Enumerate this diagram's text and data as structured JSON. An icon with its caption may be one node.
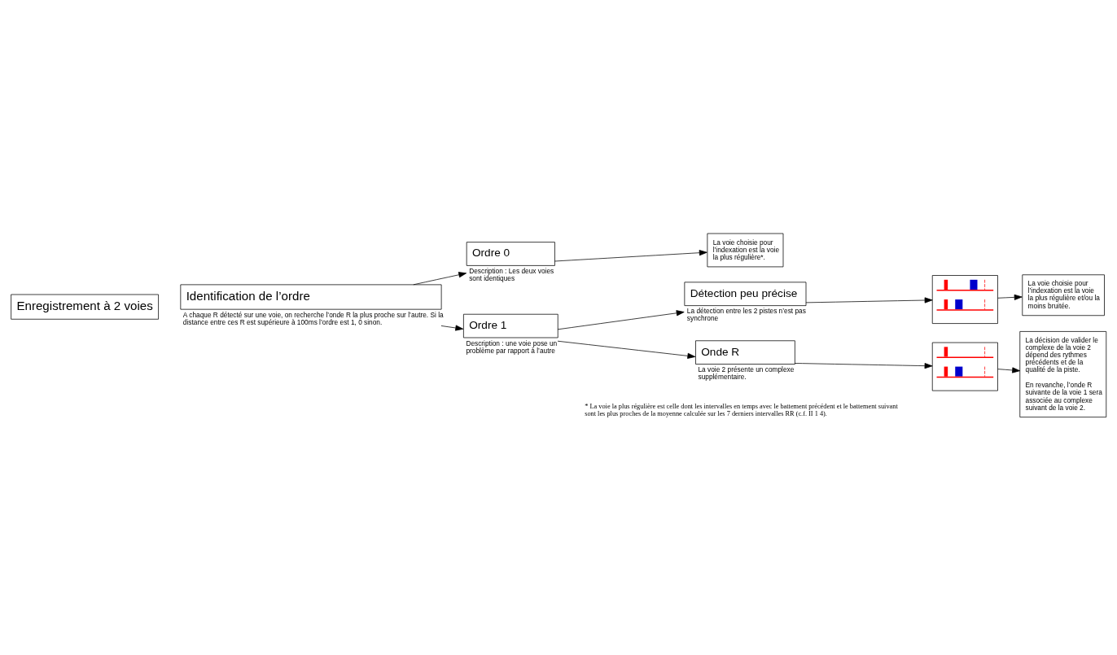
{
  "diagram": {
    "nodes": [
      {
        "text": [
          "Enregistrement à 2 voies"
        ]
      },
      {
        "text": [
          "Identification de l’ordre"
        ],
        "beside": [
          "A chaque R détecté sur une voie, on recherche l’onde R la plus proche sur l’autre. Si la distance entre ces R est supérieure à 100ms l’ordre est 1, 0 sinon."
        ]
      },
      {
        "text": [
          "Ordre 0"
        ],
        "beside": [
          "Description : Les deux voies sont identiques"
        ]
      },
      {
        "text": [
          "Ordre 1"
        ],
        "beside": [
          "Description : une voie pose un problème par rapport à l’autre"
        ]
      },
      {
        "text": [
          "Détection peu précise"
        ],
        "beside": [
          "La détection entre les 2 pistes n’est pas synchrone"
        ]
      },
      {
        "text": [
          "Onde R"
        ],
        "beside": [
          "La voie 2 présente un complexe supplémentaire."
        ]
      },
      {
        "text": [],
        "shape": "picture"
      },
      {
        "text": [],
        "shape": "picture"
      },
      {
        "text": [
          "La voie choisie pour l’indexation est la voie la plus régulière*."
        ]
      },
      {
        "text": [
          "La voie choisie pour l’indexation est la voie la plus régulière et/ou la moins bruitée."
        ]
      },
      {
        "text": [
          "La décision de valider le complexe de la voie 2 dépend des rythmes précédents et de la qualité de la piste.",
          "En revanche, l’onde R suivante de la voie 1 sera associée au complexe suivant de la voie 2."
        ]
      }
    ],
    "edges": [
      {
        "from": 1,
        "to": 2,
        "arrow": "to"
      },
      {
        "from": 1,
        "to": 3,
        "arrow": "to"
      },
      {
        "from": 2,
        "to": 8,
        "arrow": "to"
      },
      {
        "from": 3,
        "to": 4,
        "arrow": "to"
      },
      {
        "from": 3,
        "to": 5,
        "arrow": "to"
      },
      {
        "from": 4,
        "to": 6,
        "arrow": "to"
      },
      {
        "from": 6,
        "to": 9,
        "arrow": "to"
      },
      {
        "from": 5,
        "to": 7,
        "arrow": "to"
      },
      {
        "from": 7,
        "to": 10,
        "arrow": "to"
      }
    ],
    "labels": [
      "* La voie la plus régulière est celle dont les intervalles en temps avec le battement précédent et le battement suivant sont les plus proches de la moyenne calculée sur les 7 derniers intervalles RR (c.f. II 1 4)."
    ]
  }
}
